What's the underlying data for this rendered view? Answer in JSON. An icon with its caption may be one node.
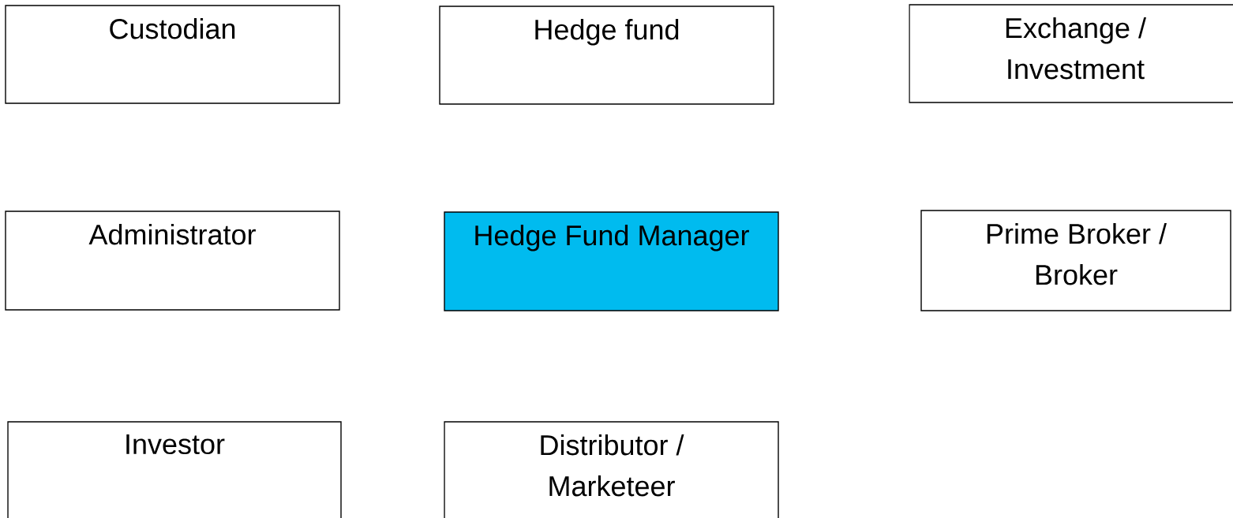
{
  "diagram": {
    "nodes": [
      {
        "text": [
          "Custodian"
        ]
      },
      {
        "text": [
          "Hedge fund"
        ]
      },
      {
        "text": [
          "Exchange / Investment"
        ]
      },
      {
        "text": [
          "Administrator"
        ]
      },
      {
        "text": [
          "Hedge Fund Manager"
        ]
      },
      {
        "text": [
          "Prime Broker / Broker"
        ]
      },
      {
        "text": [
          "Investor"
        ]
      },
      {
        "text": [
          "Distributor / Marketeer"
        ]
      }
    ]
  }
}
